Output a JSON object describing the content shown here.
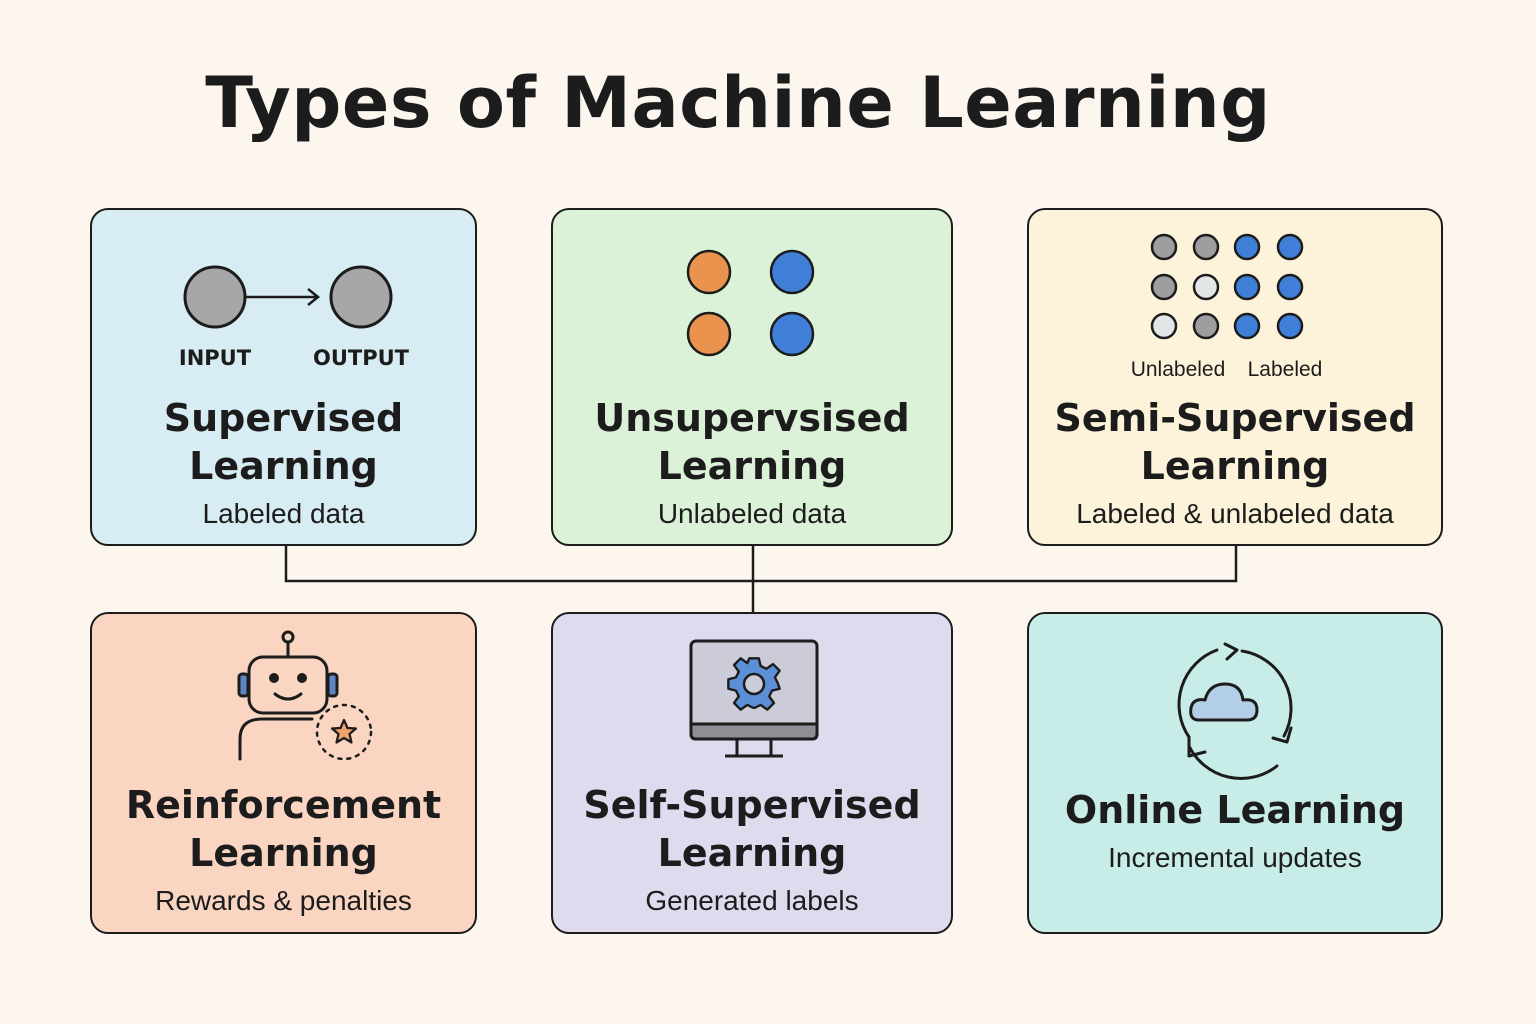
{
  "title": "Types of Machine Learning",
  "cards": [
    {
      "title_line1": "Supervised",
      "title_line2": "Learning",
      "subtitle": "Labeled data",
      "icon": "input-output-arrow-icon",
      "input_label": "INPUT",
      "output_label": "OUTPUT",
      "bg": "#d8ecf4"
    },
    {
      "title_line1": "Unsupervsised",
      "title_line2": "Learning",
      "subtitle": "Unlabeled data",
      "icon": "cluster-dots-icon",
      "bg": "#dcf2d8"
    },
    {
      "title_line1": "Semi-Supervised",
      "title_line2": "Learning",
      "subtitle": "Labeled & unlabeled data",
      "icon": "dot-grid-icon",
      "unlabeled_label": "Unlabeled",
      "labeled_label": "Labeled",
      "bg": "#fcf3da"
    },
    {
      "title_line1": "Reinforcement",
      "title_line2": "Learning",
      "subtitle": "Rewards & penalties",
      "icon": "robot-star-icon",
      "bg": "#f9d5c2"
    },
    {
      "title_line1": "Self-Supervised",
      "title_line2": "Learning",
      "subtitle": "Generated labels",
      "icon": "monitor-gear-icon",
      "bg": "#e0daee"
    },
    {
      "title_line1": "Online Learning",
      "subtitle": "Incremental updates",
      "icon": "cloud-sync-icon",
      "bg": "#c8ece8"
    }
  ],
  "colors": {
    "orange": "#e9934e",
    "blue": "#3f7fd8",
    "gray": "#9e9d9f",
    "light": "#e2e6e6"
  }
}
